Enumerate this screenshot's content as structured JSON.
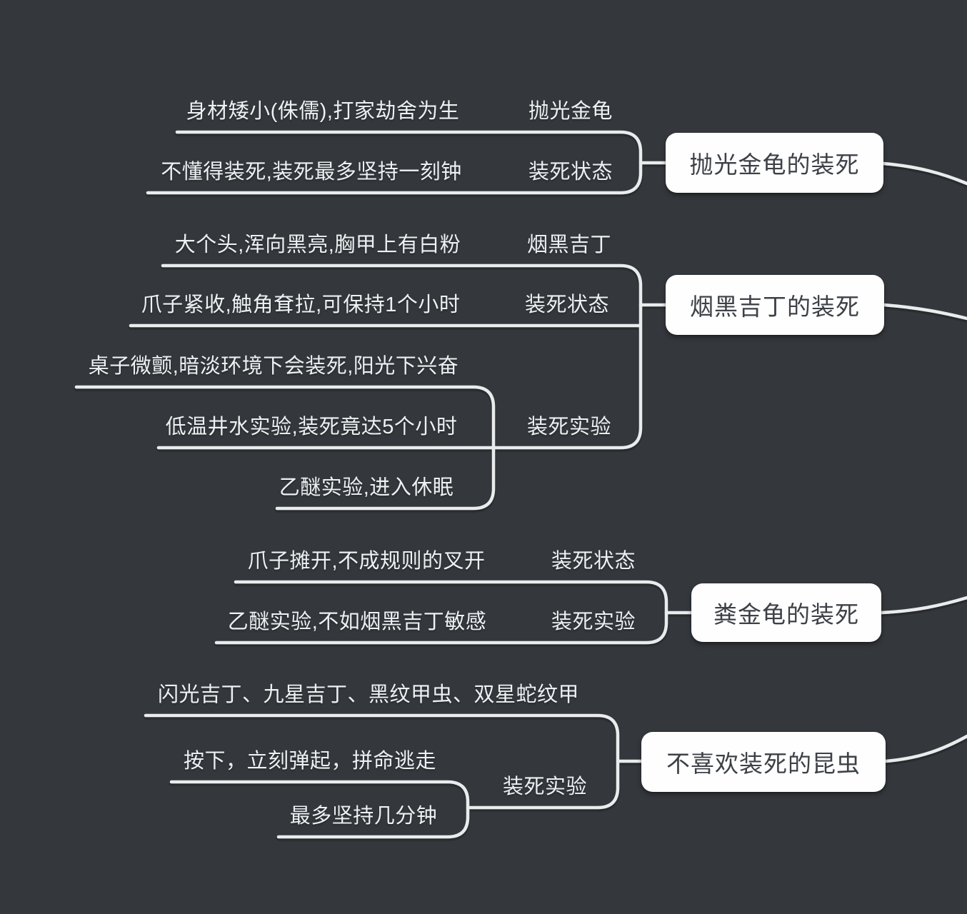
{
  "app": {
    "type": "mindmap-canvas",
    "theme_colors": {
      "background": "#34383d",
      "connector_line": "#e9ebec",
      "node_background": "#ffffff",
      "node_text": "#3d4147",
      "leaf_text": "#eef0f1"
    }
  },
  "branches": [
    {
      "node": "抛光金龟的装死",
      "rows": [
        {
          "text": "身材矮小(侏儒),打家劫舍为生",
          "label": "抛光金龟"
        },
        {
          "text": "不懂得装死,装死最多坚持一刻钟",
          "label": "装死状态"
        }
      ]
    },
    {
      "node": "烟黑吉丁的装死",
      "rows": [
        {
          "text": "大个头,浑向黑亮,胸甲上有白粉",
          "label": "烟黑吉丁"
        },
        {
          "text": "爪子紧收,触角耷拉,可保持1个小时",
          "label": "装死状态"
        }
      ],
      "sub": {
        "label": "装死实验",
        "items": [
          "桌子微颤,暗淡环境下会装死,阳光下兴奋",
          "低温井水实验,装死竟达5个小时",
          "乙醚实验,进入休眠"
        ]
      }
    },
    {
      "node": "粪金龟的装死",
      "rows": [
        {
          "text": "爪子摊开,不成规则的叉开",
          "label": "装死状态"
        },
        {
          "text": "乙醚实验,不如烟黑吉丁敏感",
          "label": "装死实验"
        }
      ]
    },
    {
      "node": "不喜欢装死的昆虫",
      "rows": [
        {
          "text": "闪光吉丁、九星吉丁、黑纹甲虫、双星蛇纹甲",
          "label": ""
        }
      ],
      "sub": {
        "label": "装死实验",
        "items": [
          "按下，立刻弹起，拼命逃走",
          "最多坚持几分钟"
        ]
      }
    }
  ]
}
